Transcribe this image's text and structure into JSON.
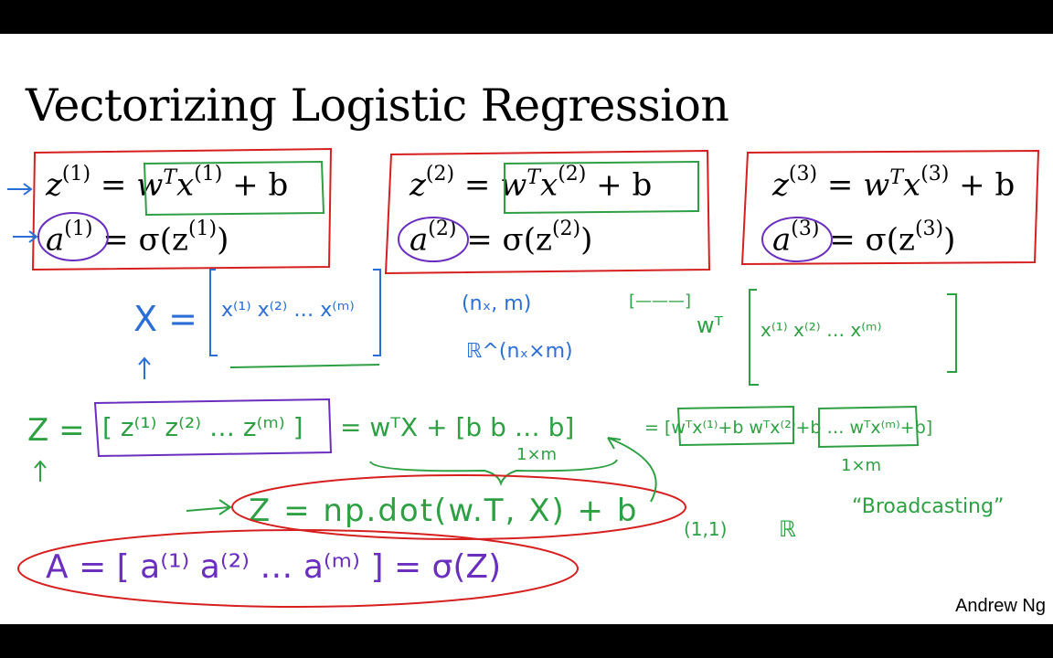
{
  "title": "Vectorizing Logistic Regression",
  "examples": [
    {
      "z_lhs": "z",
      "z_sup": "(1)",
      "w": "w",
      "T": "T",
      "x": "x",
      "x_sup": "(1)",
      "plus_b": "+ b",
      "a_lhs": "a",
      "a_sup": "(1)",
      "sigma": "= σ(z",
      "sig_sup": "(1)",
      "close": ")"
    },
    {
      "z_lhs": "z",
      "z_sup": "(2)",
      "w": "w",
      "T": "T",
      "x": "x",
      "x_sup": "(2)",
      "plus_b": "+ b",
      "a_lhs": "a",
      "a_sup": "(2)",
      "sigma": "= σ(z",
      "sig_sup": "(2)",
      "close": ")"
    },
    {
      "z_lhs": "z",
      "z_sup": "(3)",
      "w": "w",
      "T": "T",
      "x": "x",
      "x_sup": "(3)",
      "plus_b": "+ b",
      "a_lhs": "a",
      "a_sup": "(3)",
      "sigma": "= σ(z",
      "sig_sup": "(3)",
      "close": ")"
    }
  ],
  "notes": {
    "X_def": "X =",
    "X_cols": "x⁽¹⁾ x⁽²⁾ … x⁽ᵐ⁾",
    "X_shape": "(nₓ, m)",
    "X_space": "ℝ^(nₓ×m)",
    "wT_row": "[———]",
    "wT": "wᵀ",
    "wT_cols": "x⁽¹⁾ x⁽²⁾ … x⁽ᵐ⁾",
    "Z_def": "Z =",
    "Z_row": "[ z⁽¹⁾ z⁽²⁾ … z⁽ᵐ⁾ ]",
    "Z_rhs": "= wᵀX + [b b … b]",
    "one_by_m": "1×m",
    "Z_expand": "= [wᵀx⁽¹⁾+b   wᵀx⁽²⁾+b  …  wᵀx⁽ᵐ⁾+b]",
    "one_by_m_2": "1×m",
    "broadcasting": "“Broadcasting”",
    "np_code": "Z = np.dot(w.T, X) + b",
    "b_shape": "(1,1)",
    "reals": "ℝ",
    "A_def": "A = [ a⁽¹⁾ a⁽²⁾ … a⁽ᵐ⁾ ] = σ(Z)"
  },
  "credit": "Andrew Ng",
  "colors": {
    "red": "#d62020",
    "green": "#2ea043",
    "blue": "#2b6fd6",
    "purple": "#6a2fbf"
  }
}
